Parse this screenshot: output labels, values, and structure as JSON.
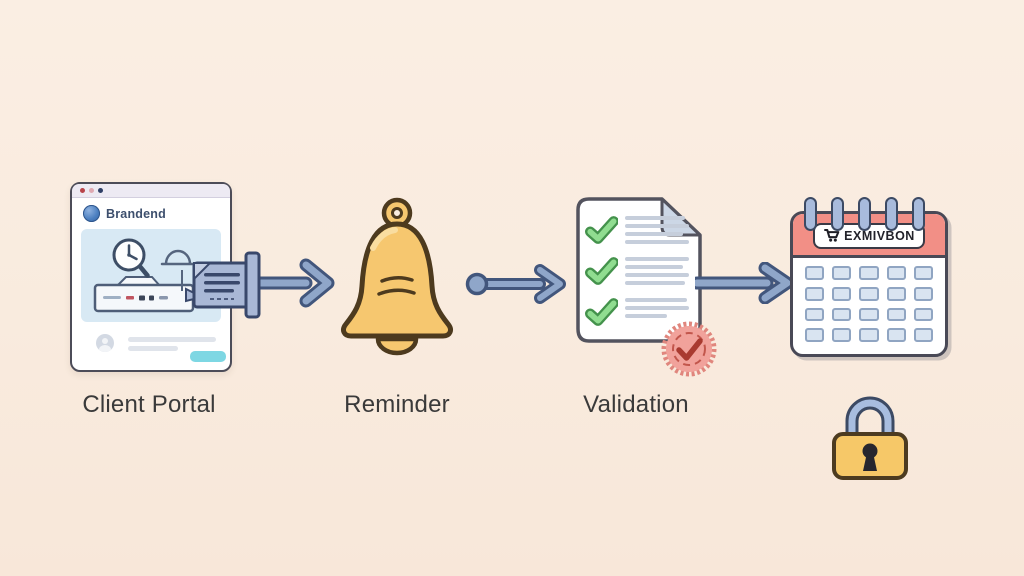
{
  "background": {
    "top": "#faeee3",
    "bottom": "#f8e7d9"
  },
  "flow": {
    "steps": [
      {
        "key": "client-portal",
        "label": "Client Portal"
      },
      {
        "key": "reminder",
        "label": "Reminder"
      },
      {
        "key": "validation",
        "label": "Validation"
      },
      {
        "key": "secure-schedule",
        "label": ""
      }
    ]
  },
  "browser": {
    "brand_name": "Brandend",
    "window_dots": [
      "#b8444a",
      "#dfa9b2",
      "#2f3f66"
    ]
  },
  "calendar": {
    "header_label": "EXMIVBON",
    "rings": 5,
    "grid": {
      "rows": 4,
      "cols": 5
    }
  },
  "icons": {
    "brand_logo": "globe-swirl-icon",
    "bell": "notification-bell-icon",
    "document": "checklist-document-icon",
    "stamp": "approved-stamp-icon",
    "calendar": "calendar-icon",
    "lock": "padlock-icon",
    "cart": "cart-glyph-icon",
    "arrows": "flow-arrow-icon"
  },
  "colors": {
    "arrow_fill": "#8fa6c9",
    "arrow_stroke": "#42567c",
    "bell_fill": "#f6c76f",
    "bell_stroke": "#4d3a1e",
    "calendar_header": "#f28f86",
    "calendar_cell": "#d9e4f1",
    "stamp_fill": "#f1a29b",
    "stamp_check": "#a93a30",
    "check_green": "#90dd90",
    "lock_body": "#f6c868",
    "lock_shackle": "#a8bddf",
    "cta_teal": "#7ed7e3",
    "label_text": "#3a3a3a"
  }
}
